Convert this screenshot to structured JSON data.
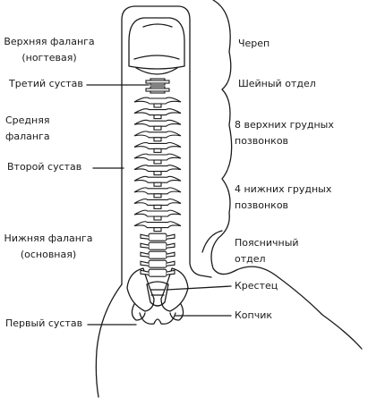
{
  "left_labels": {
    "upper_phalanx": [
      "Верхняя фаланга",
      "(ногтевая)"
    ],
    "third_joint": "Третий сустав",
    "middle_phalanx": [
      "Средняя",
      "фаланга"
    ],
    "second_joint": "Второй сустав",
    "lower_phalanx": [
      "Нижняя фаланга",
      "(основная)"
    ],
    "first_joint": "Первый сустав"
  },
  "right_labels": {
    "skull": "Череп",
    "cervical": "Шейный отдел",
    "upper_thoracic": [
      "8 верхних грудных",
      "позвонков"
    ],
    "lower_thoracic": [
      "4 нижних грудных",
      "позвонков"
    ],
    "lumbar": [
      "Поясничный",
      "отдел"
    ],
    "sacrum": "Крестец",
    "coccyx": "Копчик"
  },
  "colors": {
    "line": "#1a1a1a",
    "background": "#ffffff"
  },
  "spine": {
    "thoracic_count": 12,
    "lumbar_count": 5,
    "cervical_count": 2
  }
}
